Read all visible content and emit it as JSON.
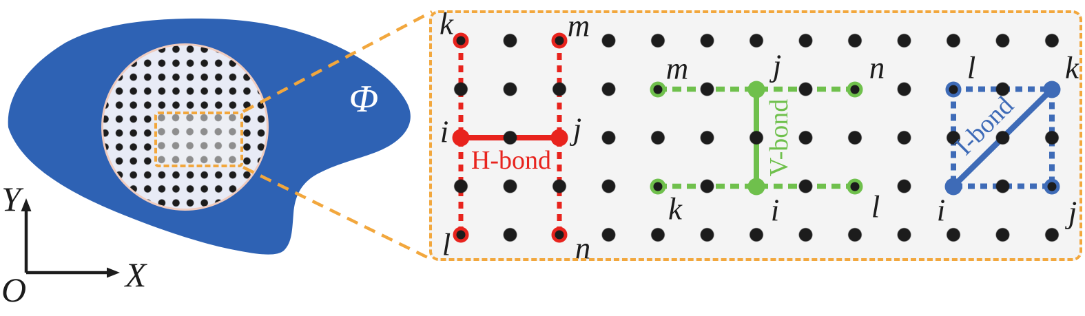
{
  "left_figure": {
    "domain_label": "Φ",
    "axes": {
      "y": "Y",
      "x": "X",
      "origin": "O"
    }
  },
  "panel": {
    "h_bond": {
      "name": "H-bond",
      "color": "#E8231D",
      "nodes": {
        "k": "k",
        "m": "m",
        "i": "i",
        "j": "j",
        "l": "l",
        "n": "n"
      }
    },
    "v_bond": {
      "name": "V-bond",
      "color": "#6FC04C",
      "nodes": {
        "m": "m",
        "j": "j",
        "n": "n",
        "k": "k",
        "i": "i",
        "l": "l"
      }
    },
    "i_bond": {
      "name": "I-bond",
      "color": "#3E6BB7",
      "nodes": {
        "l": "l",
        "k": "k",
        "i": "i",
        "j": "j"
      }
    }
  },
  "colors": {
    "body_blue": "#2E62B4",
    "bond_red": "#E8231D",
    "bond_green": "#6FC04C",
    "bond_blue": "#3E6BB7",
    "highlight_orange": "#F2A73D",
    "panel_background": "#F4F4F4",
    "circle_fill": "#E8EBF6",
    "circle_border": "#F0CCBF",
    "grid_dot_black": "#1C1C1C",
    "grid_dot_gray": "#8E8E8E"
  }
}
